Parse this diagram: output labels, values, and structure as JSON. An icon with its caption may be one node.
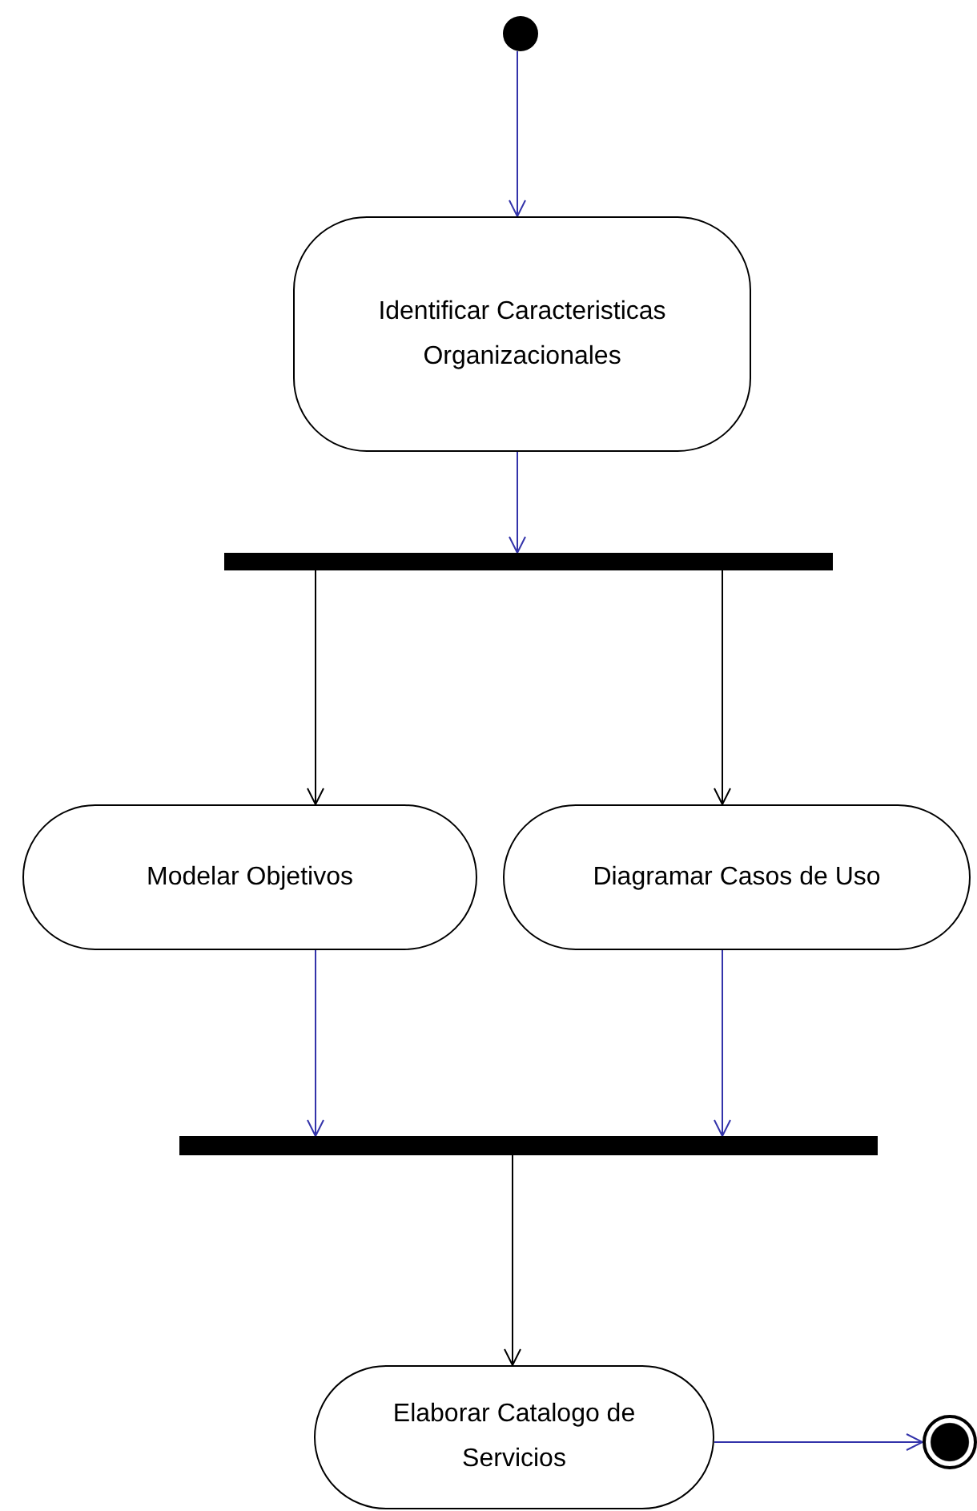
{
  "diagram": {
    "nodes": [
      {
        "text": [],
        "shape": "circle"
      },
      {
        "text": [
          "Identificar Caracteristicas Organizacionales"
        ]
      },
      {
        "text": [],
        "shape": "bar"
      },
      {
        "text": [
          "Modelar Objetivos"
        ]
      },
      {
        "text": [
          "Diagramar Casos de Uso"
        ]
      },
      {
        "text": [],
        "shape": "bar"
      },
      {
        "text": [
          "Elaborar Catalogo de Servicios"
        ]
      },
      {
        "text": [],
        "shape": "circle"
      }
    ],
    "edges": [
      {
        "from": 0,
        "to": 1,
        "arrow": "to"
      },
      {
        "from": 1,
        "to": 2,
        "arrow": "to"
      },
      {
        "from": 2,
        "to": 3,
        "arrow": "to",
        "color": "#000000"
      },
      {
        "from": 2,
        "to": 4,
        "arrow": "to",
        "color": "#000000"
      },
      {
        "from": 3,
        "to": 5,
        "arrow": "to"
      },
      {
        "from": 4,
        "to": 5,
        "arrow": "to"
      },
      {
        "from": 5,
        "to": 6,
        "arrow": "to",
        "color": "#000000"
      },
      {
        "from": 6,
        "to": 7,
        "arrow": "to"
      }
    ]
  }
}
